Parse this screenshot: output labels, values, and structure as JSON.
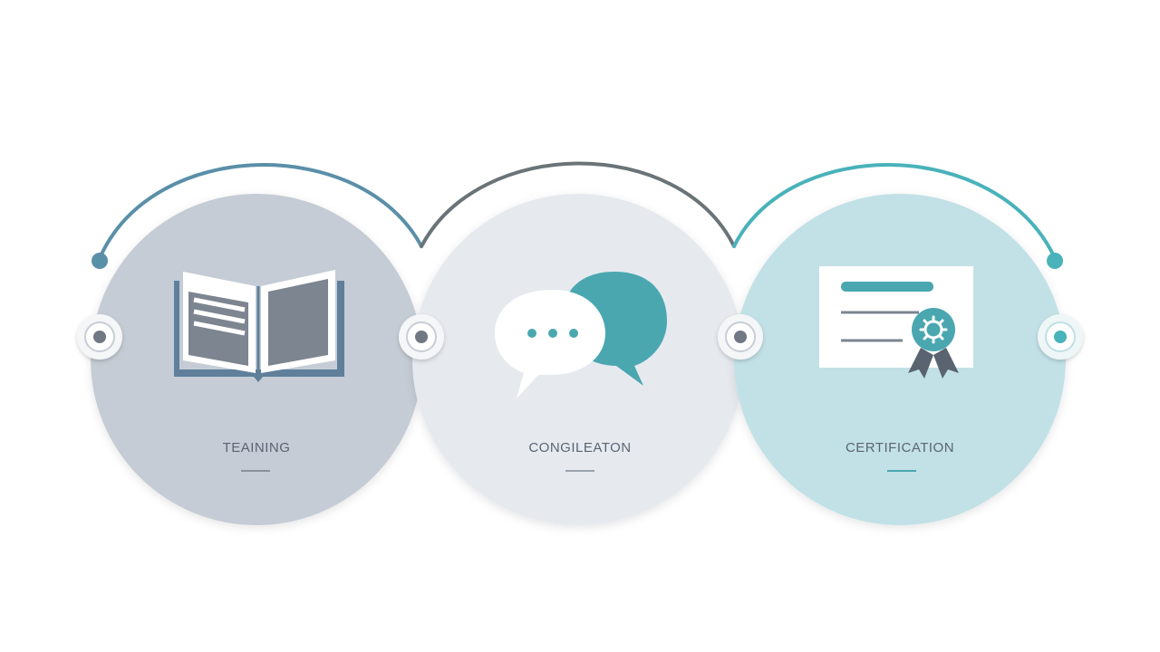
{
  "diagram": {
    "steps": [
      {
        "label": "TEAINING",
        "icon": "open-book-icon"
      },
      {
        "label": "CONGILEATON",
        "icon": "chat-bubbles-icon"
      },
      {
        "label": "CERTIFICATION",
        "icon": "certificate-icon"
      }
    ],
    "colors": {
      "circle_1": "#c5ccd5",
      "circle_2": "#e6eaef",
      "circle_3": "#c2e1e6",
      "arc_1": "#5a8fa8",
      "arc_2": "#6a7478",
      "arc_3": "#49b2ba",
      "teal": "#4aa7b0",
      "slate": "#6f7883",
      "text": "#5a6572"
    }
  }
}
